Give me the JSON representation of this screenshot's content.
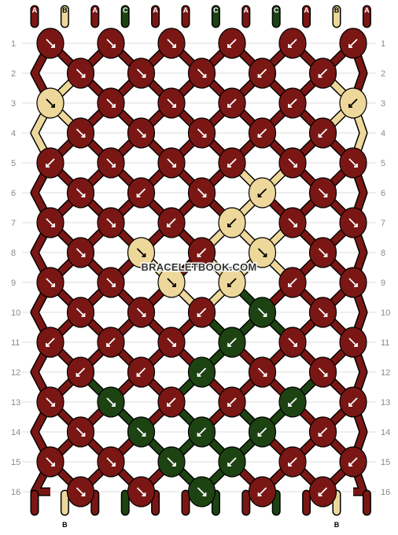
{
  "watermark": "BRACELETBOOK.COM",
  "colors": {
    "A": "#7a1714",
    "B": "#edd79a",
    "C": "#1d4312"
  },
  "strings_top": [
    "A",
    "B",
    "A",
    "C",
    "A",
    "A",
    "C",
    "A",
    "C",
    "A",
    "B",
    "A"
  ],
  "strings_bottom": [
    "A",
    "B",
    "A",
    "C",
    "A",
    "A",
    "C",
    "A",
    "C",
    "A",
    "B",
    "A"
  ],
  "row_labels": [
    "1",
    "2",
    "3",
    "4",
    "5",
    "6",
    "7",
    "8",
    "9",
    "10",
    "11",
    "12",
    "13",
    "14",
    "15",
    "16"
  ],
  "knots": [
    [
      {
        "c": "A",
        "d": "R"
      },
      {
        "c": "A",
        "d": "R"
      },
      {
        "c": "A",
        "d": "R"
      },
      {
        "c": "A",
        "d": "L"
      },
      {
        "c": "A",
        "d": "L"
      },
      {
        "c": "A",
        "d": "L"
      }
    ],
    [
      {
        "c": "A",
        "d": "R"
      },
      {
        "c": "A",
        "d": "R"
      },
      {
        "c": "A",
        "d": "R"
      },
      {
        "c": "A",
        "d": "L"
      },
      {
        "c": "A",
        "d": "L"
      }
    ],
    [
      {
        "c": "B",
        "d": "R"
      },
      {
        "c": "A",
        "d": "R"
      },
      {
        "c": "A",
        "d": "R"
      },
      {
        "c": "A",
        "d": "L"
      },
      {
        "c": "A",
        "d": "L"
      },
      {
        "c": "B",
        "d": "L"
      }
    ],
    [
      {
        "c": "A",
        "d": "R"
      },
      {
        "c": "A",
        "d": "R"
      },
      {
        "c": "A",
        "d": "R"
      },
      {
        "c": "A",
        "d": "L"
      },
      {
        "c": "A",
        "d": "L"
      }
    ],
    [
      {
        "c": "A",
        "d": "L"
      },
      {
        "c": "A",
        "d": "R"
      },
      {
        "c": "A",
        "d": "R"
      },
      {
        "c": "A",
        "d": "L"
      },
      {
        "c": "A",
        "d": "R"
      },
      {
        "c": "A",
        "d": "R"
      }
    ],
    [
      {
        "c": "A",
        "d": "R"
      },
      {
        "c": "A",
        "d": "L"
      },
      {
        "c": "A",
        "d": "R"
      },
      {
        "c": "B",
        "d": "L"
      },
      {
        "c": "A",
        "d": "R"
      }
    ],
    [
      {
        "c": "A",
        "d": "R"
      },
      {
        "c": "A",
        "d": "R"
      },
      {
        "c": "A",
        "d": "L"
      },
      {
        "c": "B",
        "d": "L"
      },
      {
        "c": "A",
        "d": "R"
      },
      {
        "c": "A",
        "d": "R"
      }
    ],
    [
      {
        "c": "A",
        "d": "R"
      },
      {
        "c": "B",
        "d": "R"
      },
      {
        "c": "A",
        "d": "L"
      },
      {
        "c": "B",
        "d": "R"
      },
      {
        "c": "A",
        "d": "R"
      }
    ],
    [
      {
        "c": "A",
        "d": "R"
      },
      {
        "c": "A",
        "d": "R"
      },
      {
        "c": "B",
        "d": "R"
      },
      {
        "c": "B",
        "d": "L"
      },
      {
        "c": "A",
        "d": "L"
      },
      {
        "c": "A",
        "d": "R"
      }
    ],
    [
      {
        "c": "A",
        "d": "R"
      },
      {
        "c": "A",
        "d": "R"
      },
      {
        "c": "A",
        "d": "L"
      },
      {
        "c": "C",
        "d": "R"
      },
      {
        "c": "A",
        "d": "R"
      }
    ],
    [
      {
        "c": "A",
        "d": "L"
      },
      {
        "c": "A",
        "d": "L"
      },
      {
        "c": "A",
        "d": "R"
      },
      {
        "c": "C",
        "d": "L"
      },
      {
        "c": "A",
        "d": "R"
      },
      {
        "c": "A",
        "d": "R"
      }
    ],
    [
      {
        "c": "A",
        "d": "L"
      },
      {
        "c": "A",
        "d": "L"
      },
      {
        "c": "C",
        "d": "L"
      },
      {
        "c": "A",
        "d": "R"
      },
      {
        "c": "A",
        "d": "R"
      }
    ],
    [
      {
        "c": "A",
        "d": "R"
      },
      {
        "c": "C",
        "d": "R"
      },
      {
        "c": "A",
        "d": "L"
      },
      {
        "c": "A",
        "d": "L"
      },
      {
        "c": "C",
        "d": "L"
      },
      {
        "c": "A",
        "d": "L"
      }
    ],
    [
      {
        "c": "A",
        "d": "R"
      },
      {
        "c": "C",
        "d": "R"
      },
      {
        "c": "C",
        "d": "L"
      },
      {
        "c": "C",
        "d": "L"
      },
      {
        "c": "A",
        "d": "L"
      }
    ],
    [
      {
        "c": "A",
        "d": "R"
      },
      {
        "c": "A",
        "d": "R"
      },
      {
        "c": "C",
        "d": "R"
      },
      {
        "c": "C",
        "d": "L"
      },
      {
        "c": "A",
        "d": "L"
      },
      {
        "c": "A",
        "d": "L"
      }
    ],
    [
      {
        "c": "A",
        "d": "R"
      },
      {
        "c": "A",
        "d": "R"
      },
      {
        "c": "C",
        "d": "R"
      },
      {
        "c": "A",
        "d": "L"
      },
      {
        "c": "A",
        "d": "L"
      }
    ]
  ]
}
